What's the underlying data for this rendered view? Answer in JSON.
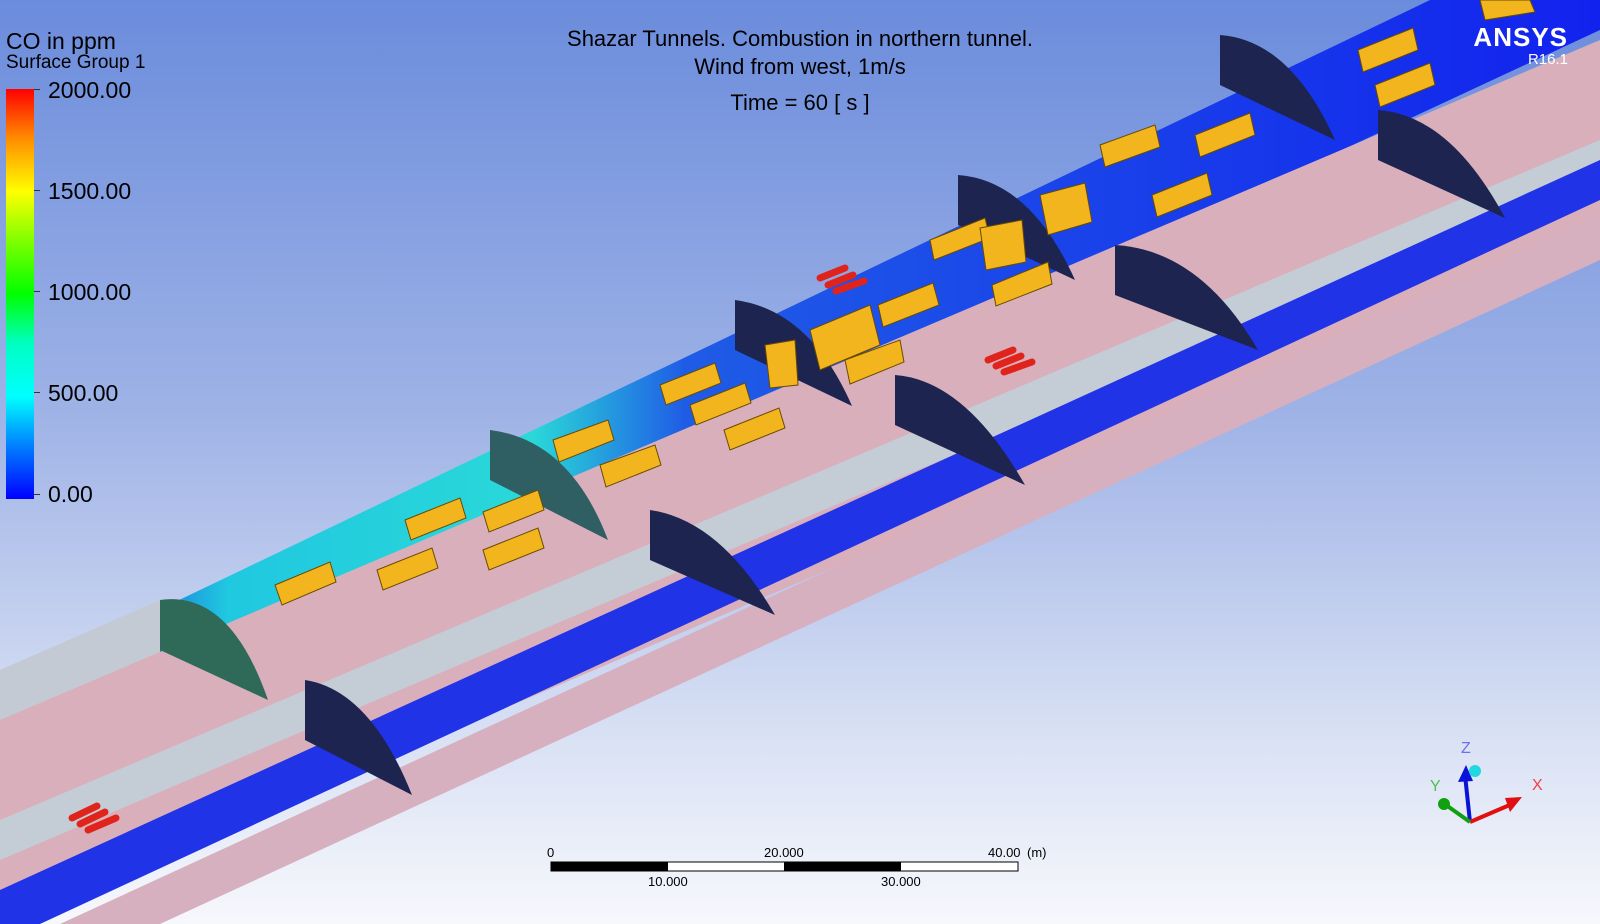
{
  "header": {
    "title_line1": "Shazar Tunnels. Combustion in northern tunnel.",
    "title_line2": "Wind from west, 1m/s",
    "time_label": "Time = 60 [ s ]"
  },
  "legend": {
    "variable": "CO in ppm",
    "location": "Surface Group 1",
    "ticks": [
      "2000.00",
      "1500.00",
      "1000.00",
      "500.00",
      "0.00"
    ],
    "colors": {
      "max": "#ff0000",
      "mid": "#00ff00",
      "min": "#0000ff"
    }
  },
  "logo": {
    "brand": "ANSYS",
    "version": "R16.1"
  },
  "scale_bar": {
    "top_labels": [
      "0",
      "20.000",
      "40.00"
    ],
    "bottom_labels": [
      "10.000",
      "30.000"
    ],
    "unit": "(m)"
  },
  "triad": {
    "x": "X",
    "y": "Y",
    "z": "Z"
  },
  "colors": {
    "tube_blue": "#1f2ee8",
    "floor_pink": "#d9aebb",
    "wall_grey": "#c4ccd6",
    "arch_navy": "#1e2450",
    "vehicle_yellow": "#f2b51e",
    "cylinder_red": "#e0241c"
  }
}
